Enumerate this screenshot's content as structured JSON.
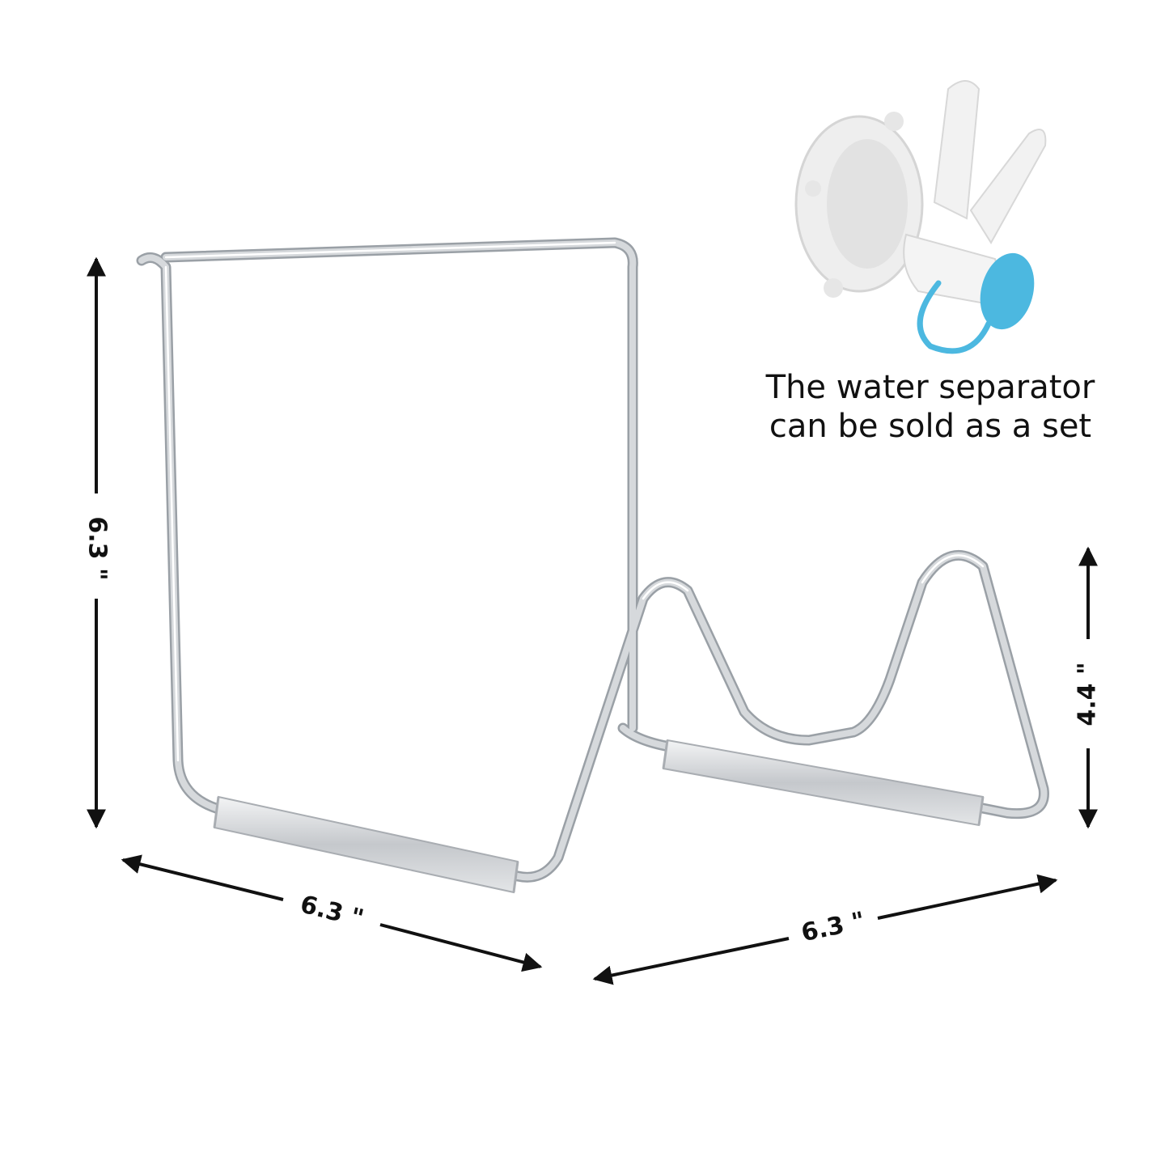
{
  "dimensions": {
    "left_height": "6.3 \"",
    "front_width": "6.3 \"",
    "side_width": "6.3 \"",
    "right_height": "4.4 \""
  },
  "caption": {
    "line1": "The water separator",
    "line2": "can be sold as a set"
  },
  "colors": {
    "metal": "#b9bcc1",
    "metal_highlight": "#f4f5f6",
    "accessory_cap": "#4cb8e0",
    "accessory_body": "#eeeeee",
    "arrow": "#111111"
  }
}
